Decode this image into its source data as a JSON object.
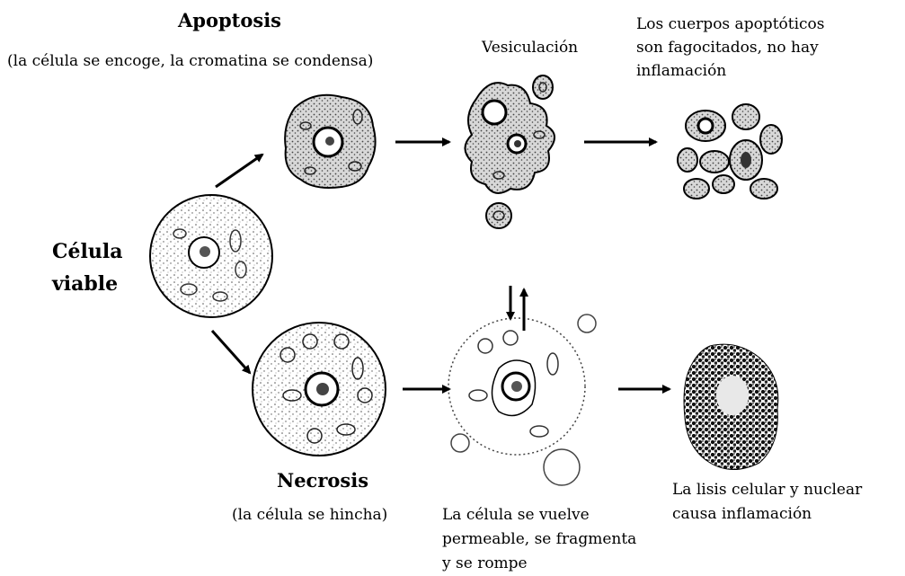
{
  "apoptosis": {
    "title": "Apoptosis",
    "subtitle": "(la célula se encoge, la cromatina se condensa)",
    "vesiculation": "Vesiculación",
    "phagocytosis_lines": [
      "Los cuerpos apoptóticos",
      "son fagocitados, no hay",
      "inflamación"
    ]
  },
  "viable": {
    "lines": [
      "Célula",
      "viable"
    ]
  },
  "necrosis": {
    "title": "Necrosis",
    "subtitle": "(la célula se hincha)",
    "permeable_lines": [
      "La célula se vuelve",
      "permeable, se fragmenta",
      "y se rompe"
    ],
    "lysis_lines": [
      "La lisis celular y nuclear",
      "causa inflamación"
    ]
  }
}
